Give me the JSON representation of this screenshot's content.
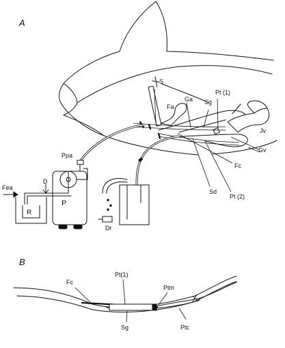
{
  "panels": {
    "a": {
      "letter": "A",
      "labels": {
        "s": "S",
        "fa": "Fa",
        "ga": "Ga",
        "sg": "Sg",
        "pt1": "Pt (1)",
        "jv": "Jv",
        "gv": "Gv",
        "fc": "Fc",
        "pt2": "Pt (2)",
        "sd": "Sd",
        "ppa": "Ppa",
        "d": "D",
        "fea": "Fea",
        "r": "R",
        "p": "P",
        "dr": "Dr"
      }
    },
    "b": {
      "letter": "B",
      "labels": {
        "fc": "Fc",
        "pt1": "Pt(1)",
        "ptm": "Ptm",
        "sg": "Sg",
        "ptc": "Ptc"
      }
    }
  }
}
